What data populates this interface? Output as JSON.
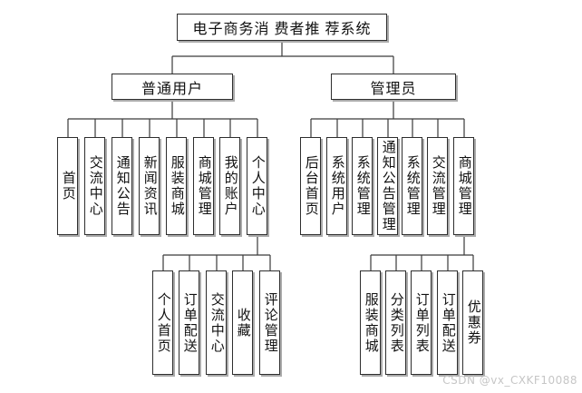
{
  "watermark": "CSDN @vx_CXKF10088",
  "diagram": {
    "root": "电子商务消 费者推 荐系统",
    "user_branch": {
      "label": "普通用户",
      "children": [
        "首页",
        "交流中心",
        "通知公告",
        "新闻资讯",
        "服装商城",
        "商城管理",
        "我的账户",
        "个人中心"
      ],
      "personal_center_children": [
        "个人首页",
        "订单配送",
        "交流中心",
        "收藏",
        "评论管理"
      ]
    },
    "admin_branch": {
      "label": "管理员",
      "children": [
        "后台首页",
        "系统用户",
        "系统管理",
        "通知公告管理",
        "系统管理",
        "交流管理",
        "商城管理"
      ],
      "mall_management_children": [
        "服装商城",
        "分类列表",
        "订单列表",
        "订单配送",
        "优惠券"
      ]
    }
  }
}
